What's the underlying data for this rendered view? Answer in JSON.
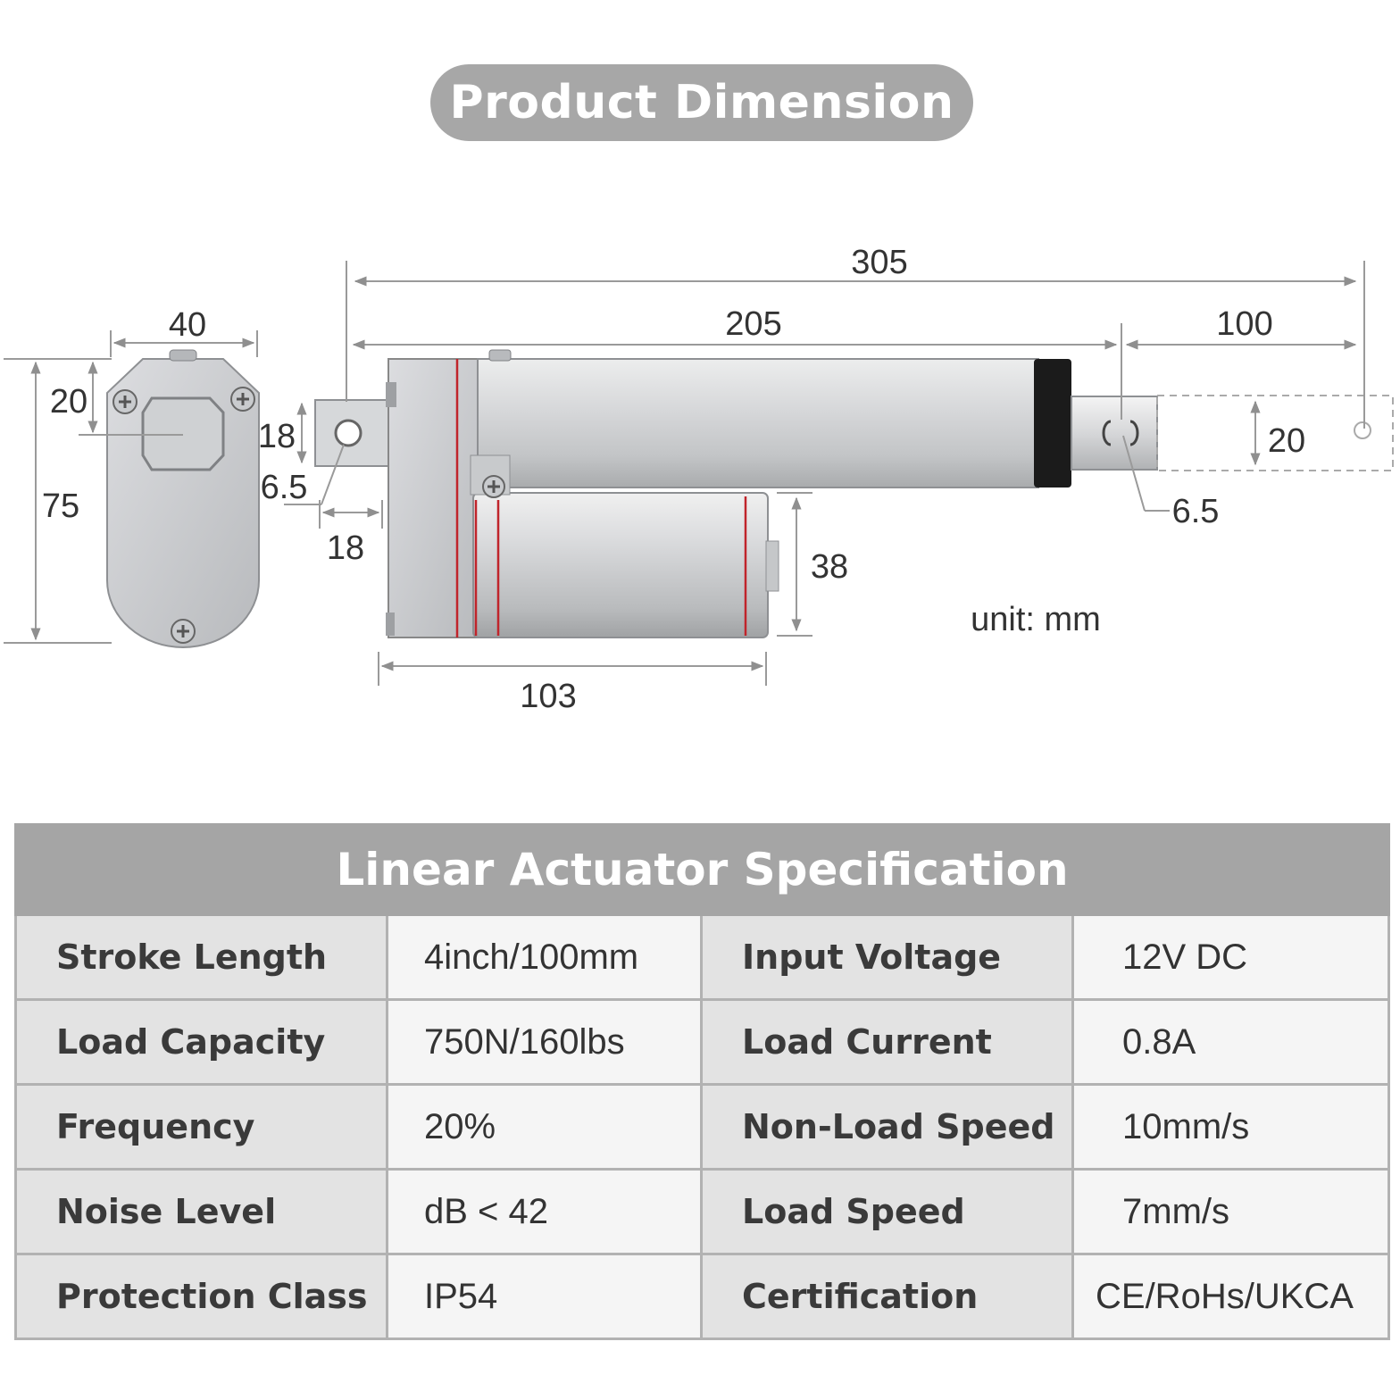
{
  "header": {
    "title": "Product Dimension"
  },
  "diagram": {
    "dimensions": {
      "overall_length": "305",
      "body_length": "205",
      "stroke": "100",
      "width": "40",
      "height": "75",
      "top_offset": "20",
      "mount_height": "18",
      "mount_hole": "6.5",
      "mount_depth": "18",
      "motor_diameter": "38",
      "motor_length": "103",
      "rod_diameter": "20",
      "rod_hole": "6.5"
    },
    "unit_note": "unit: mm",
    "colors": {
      "body": "#d4d6d8",
      "accent_band": "#c0242b",
      "end_cap": "#1a1a1a",
      "dim_line": "#9a9a9a"
    }
  },
  "spec": {
    "title": "Linear Actuator Specification",
    "rows": [
      {
        "label1": "Stroke Length",
        "value1": "4inch/100mm",
        "label2": "Input Voltage",
        "value2": "12V DC"
      },
      {
        "label1": "Load Capacity",
        "value1": "750N/160lbs",
        "label2": "Load Current",
        "value2": "0.8A"
      },
      {
        "label1": "Frequency",
        "value1": "20%",
        "label2": "Non-Load Speed",
        "value2": "10mm/s"
      },
      {
        "label1": "Noise Level",
        "value1": "dB < 42",
        "label2": "Load Speed",
        "value2": "7mm/s"
      },
      {
        "label1": "Protection Class",
        "value1": "IP54",
        "label2": "Certification",
        "value2": "CE/RoHs/UKCA"
      }
    ]
  }
}
